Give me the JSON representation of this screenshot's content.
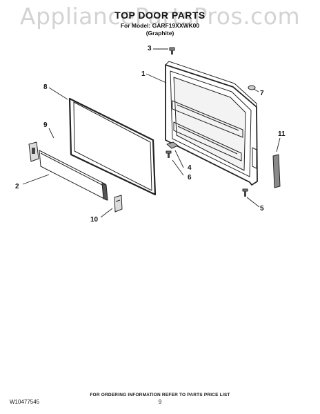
{
  "watermark": "AppliancePartsPros.com",
  "header": {
    "title": "TOP DOOR PARTS",
    "model_line": "For Model: GARF19XXWK00",
    "color_line": "(Graphite)"
  },
  "callouts": [
    "1",
    "2",
    "3",
    "4",
    "5",
    "6",
    "7",
    "8",
    "9",
    "10",
    "11"
  ],
  "footer": {
    "ordering_note": "FOR ORDERING INFORMATION REFER TO PARTS PRICE LIST",
    "doc_number": "W10477545",
    "page_number": "9"
  }
}
